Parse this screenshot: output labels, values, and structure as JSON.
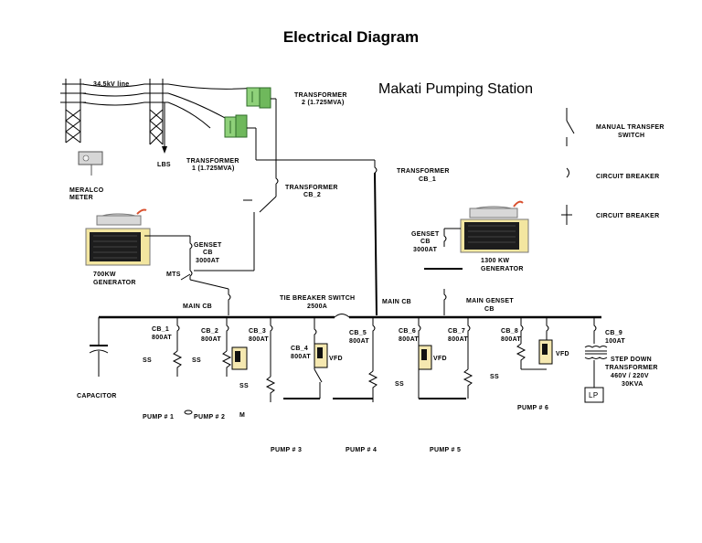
{
  "title": "Electrical Diagram",
  "subtitle": "Makati Pumping Station",
  "labels": {
    "line": "34.5kV line",
    "lbs": "LBS",
    "meralco": [
      "MERALCO",
      "METER"
    ],
    "transformer2": [
      "TRANSFORMER",
      "2 (1.725MVA)"
    ],
    "transformer1": [
      "TRANSFORMER",
      "1 (1.725MVA)"
    ],
    "transformer_cb2": [
      "TRANSFORMER",
      "CB_2"
    ],
    "transformer_cb1": [
      "TRANSFORMER",
      "CB_1"
    ],
    "genset_cb_left": [
      "GENSET",
      "CB",
      "3000AT"
    ],
    "genset_cb_right": [
      "GENSET",
      "CB",
      "3000AT"
    ],
    "gen_left": [
      "700KW",
      "GENERATOR"
    ],
    "gen_right": [
      "1300 KW",
      "GENERATOR"
    ],
    "mts": "MTS",
    "main_cb_left": "MAIN CB",
    "main_cb_mid": "MAIN CB",
    "tie_breaker": [
      "TIE BREAKER SWITCH",
      "2500A"
    ],
    "main_genset_cb": [
      "MAIN GENSET",
      "CB"
    ],
    "cb1": [
      "CB_1",
      "800AT"
    ],
    "cb2": [
      "CB_2",
      "800AT"
    ],
    "cb3": [
      "CB_3",
      "800AT"
    ],
    "cb4": [
      "CB_4",
      "800AT"
    ],
    "cb5": [
      "CB_5",
      "800AT"
    ],
    "cb6": [
      "CB_6",
      "800AT"
    ],
    "cb7": [
      "CB_7",
      "800AT"
    ],
    "cb8": [
      "CB_8",
      "800AT"
    ],
    "cb9": [
      "CB_9",
      "100AT"
    ],
    "ss": "SS",
    "vfd": "VFD",
    "capacitor": "CAPACITOR",
    "pump1": "PUMP # 1",
    "pump2": "PUMP # 2",
    "pump3": "PUMP # 3",
    "pump4": "PUMP # 4",
    "pump5": "PUMP # 5",
    "pump6": "PUMP # 6",
    "m": "M",
    "step_down": [
      "STEP DOWN",
      "TRANSFORMER",
      "460V / 220V",
      "30KVA"
    ],
    "lp": "LP"
  },
  "legend": {
    "manual_transfer": [
      "MANUAL TRANSFER",
      "SWITCH"
    ],
    "circuit_breaker_1": "CIRCUIT BREAKER",
    "circuit_breaker_2": "CIRCUIT BREAKER"
  },
  "colors": {
    "transformer_fill": "#8fd17a",
    "transformer_edge": "#2f6b2a",
    "generator_fill": "#f3e6a0",
    "generator_body": "#1d1d1d",
    "vfd_fill": "#f5e8b0",
    "tank": "#d8d8d8",
    "exhaust": "#d9502e"
  }
}
